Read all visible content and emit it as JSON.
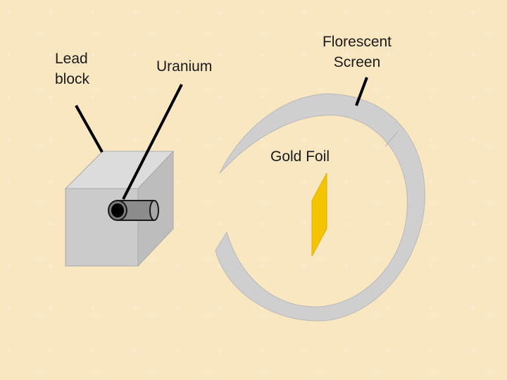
{
  "labels": {
    "lead_block": "Lead\nblock",
    "uranium": "Uranium",
    "fluorescent_screen": "Florescent\nScreen",
    "gold_foil": "Gold Foil"
  },
  "colors": {
    "background": "#f8e7c1",
    "lead_block_front": "#cbcbcb",
    "lead_block_side": "#bdbdbd",
    "lead_block_top": "#dcdcdc",
    "screen": "#cfcfcf",
    "gold_foil": "#f5c400",
    "pointer_line": "#000000"
  }
}
